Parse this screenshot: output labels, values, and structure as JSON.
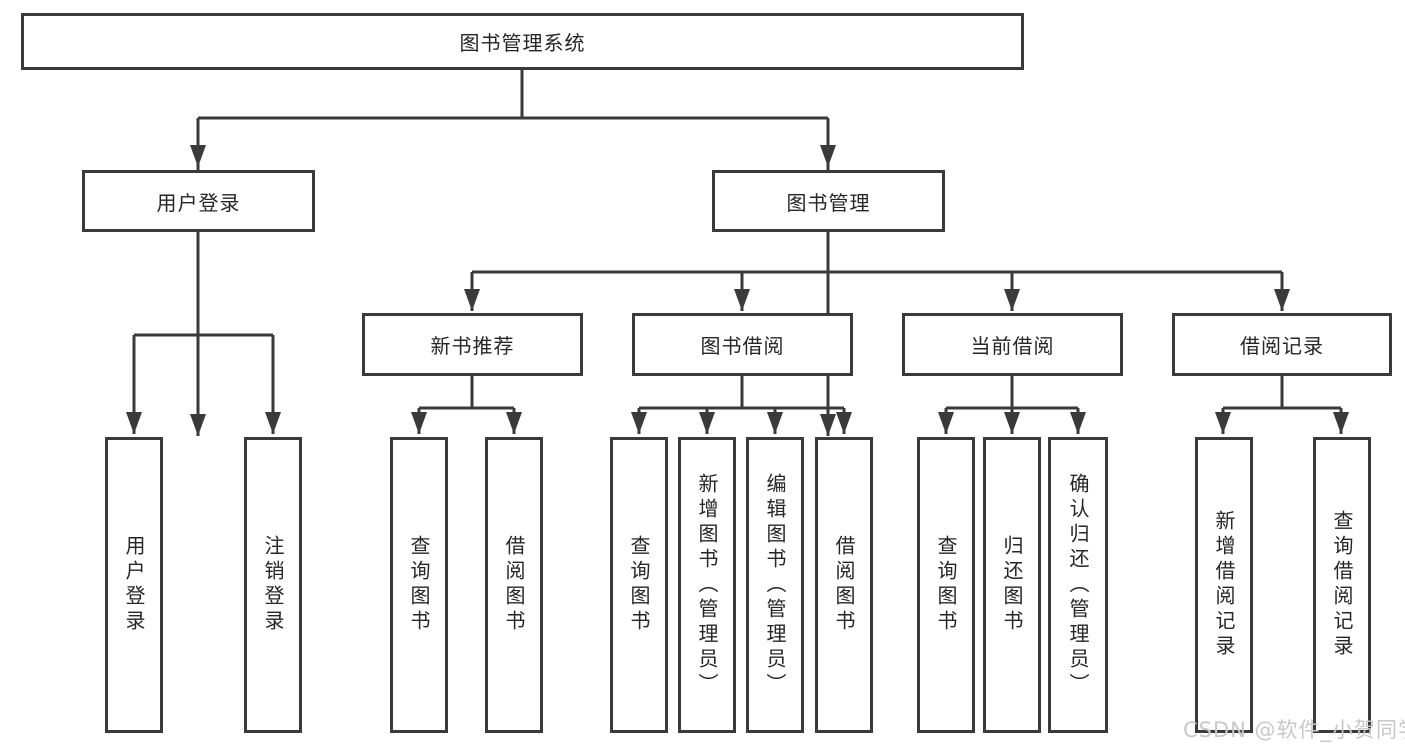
{
  "diagram": {
    "root": {
      "label": "图书管理系统"
    },
    "level2": [
      {
        "id": "user-login",
        "label": "用户登录"
      },
      {
        "id": "book-management",
        "label": "图书管理"
      }
    ],
    "level3": [
      {
        "id": "new-book-recommend",
        "label": "新书推荐"
      },
      {
        "id": "book-borrow",
        "label": "图书借阅"
      },
      {
        "id": "current-borrow",
        "label": "当前借阅"
      },
      {
        "id": "borrow-records",
        "label": "借阅记录"
      }
    ],
    "leaves": [
      {
        "parent": "user-login",
        "label": "用户登录"
      },
      {
        "parent": "user-login",
        "label": "注销登录"
      },
      {
        "parent": "new-book-recommend",
        "label": "查询图书"
      },
      {
        "parent": "new-book-recommend",
        "label": "借阅图书"
      },
      {
        "parent": "book-borrow",
        "label": "查询图书"
      },
      {
        "parent": "book-borrow",
        "label": "新增图书（管理员）"
      },
      {
        "parent": "book-borrow",
        "label": "编辑图书（管理员）"
      },
      {
        "parent": "book-borrow",
        "label": "借阅图书"
      },
      {
        "parent": "current-borrow",
        "label": "查询图书"
      },
      {
        "parent": "current-borrow",
        "label": "归还图书"
      },
      {
        "parent": "current-borrow",
        "label": "确认归还（管理员）"
      },
      {
        "parent": "borrow-records",
        "label": "新增借阅记录"
      },
      {
        "parent": "borrow-records",
        "label": "查询借阅记录"
      }
    ]
  },
  "watermark": {
    "text": "CSDN @软件_小贺同学"
  },
  "colors": {
    "line": "#3a3a3a",
    "box_border": "#3a3a3a",
    "text": "#262626",
    "watermark": "#c8c8c8",
    "background": "#ffffff"
  }
}
